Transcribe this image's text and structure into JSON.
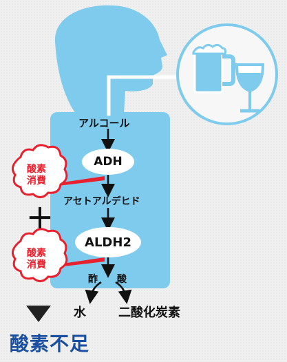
{
  "labels": {
    "alcohol": "アルコール",
    "adh": "ADH",
    "acetaldehyde": "アセトアルデヒド",
    "aldh2": "ALDH2",
    "acetic_acid_1": "酢",
    "acetic_acid_2": "酸",
    "water": "水",
    "co2": "二酸化炭素",
    "plus": "＋",
    "conclusion": "酸素不足"
  },
  "clouds": [
    {
      "line1": "酸素",
      "line2": "消費"
    },
    {
      "line1": "酸素",
      "line2": "消費"
    }
  ],
  "colors": {
    "body": "#7fcbee",
    "head": "#7fcbee",
    "cloud_outline": "#e8212e",
    "connector": "#e8212e",
    "arrow": "#111111",
    "conclusion": "#1a4fa0",
    "triangle": "#222222"
  },
  "icons": [
    "beer-mug-icon",
    "wine-glass-icon",
    "down-triangle-icon"
  ]
}
